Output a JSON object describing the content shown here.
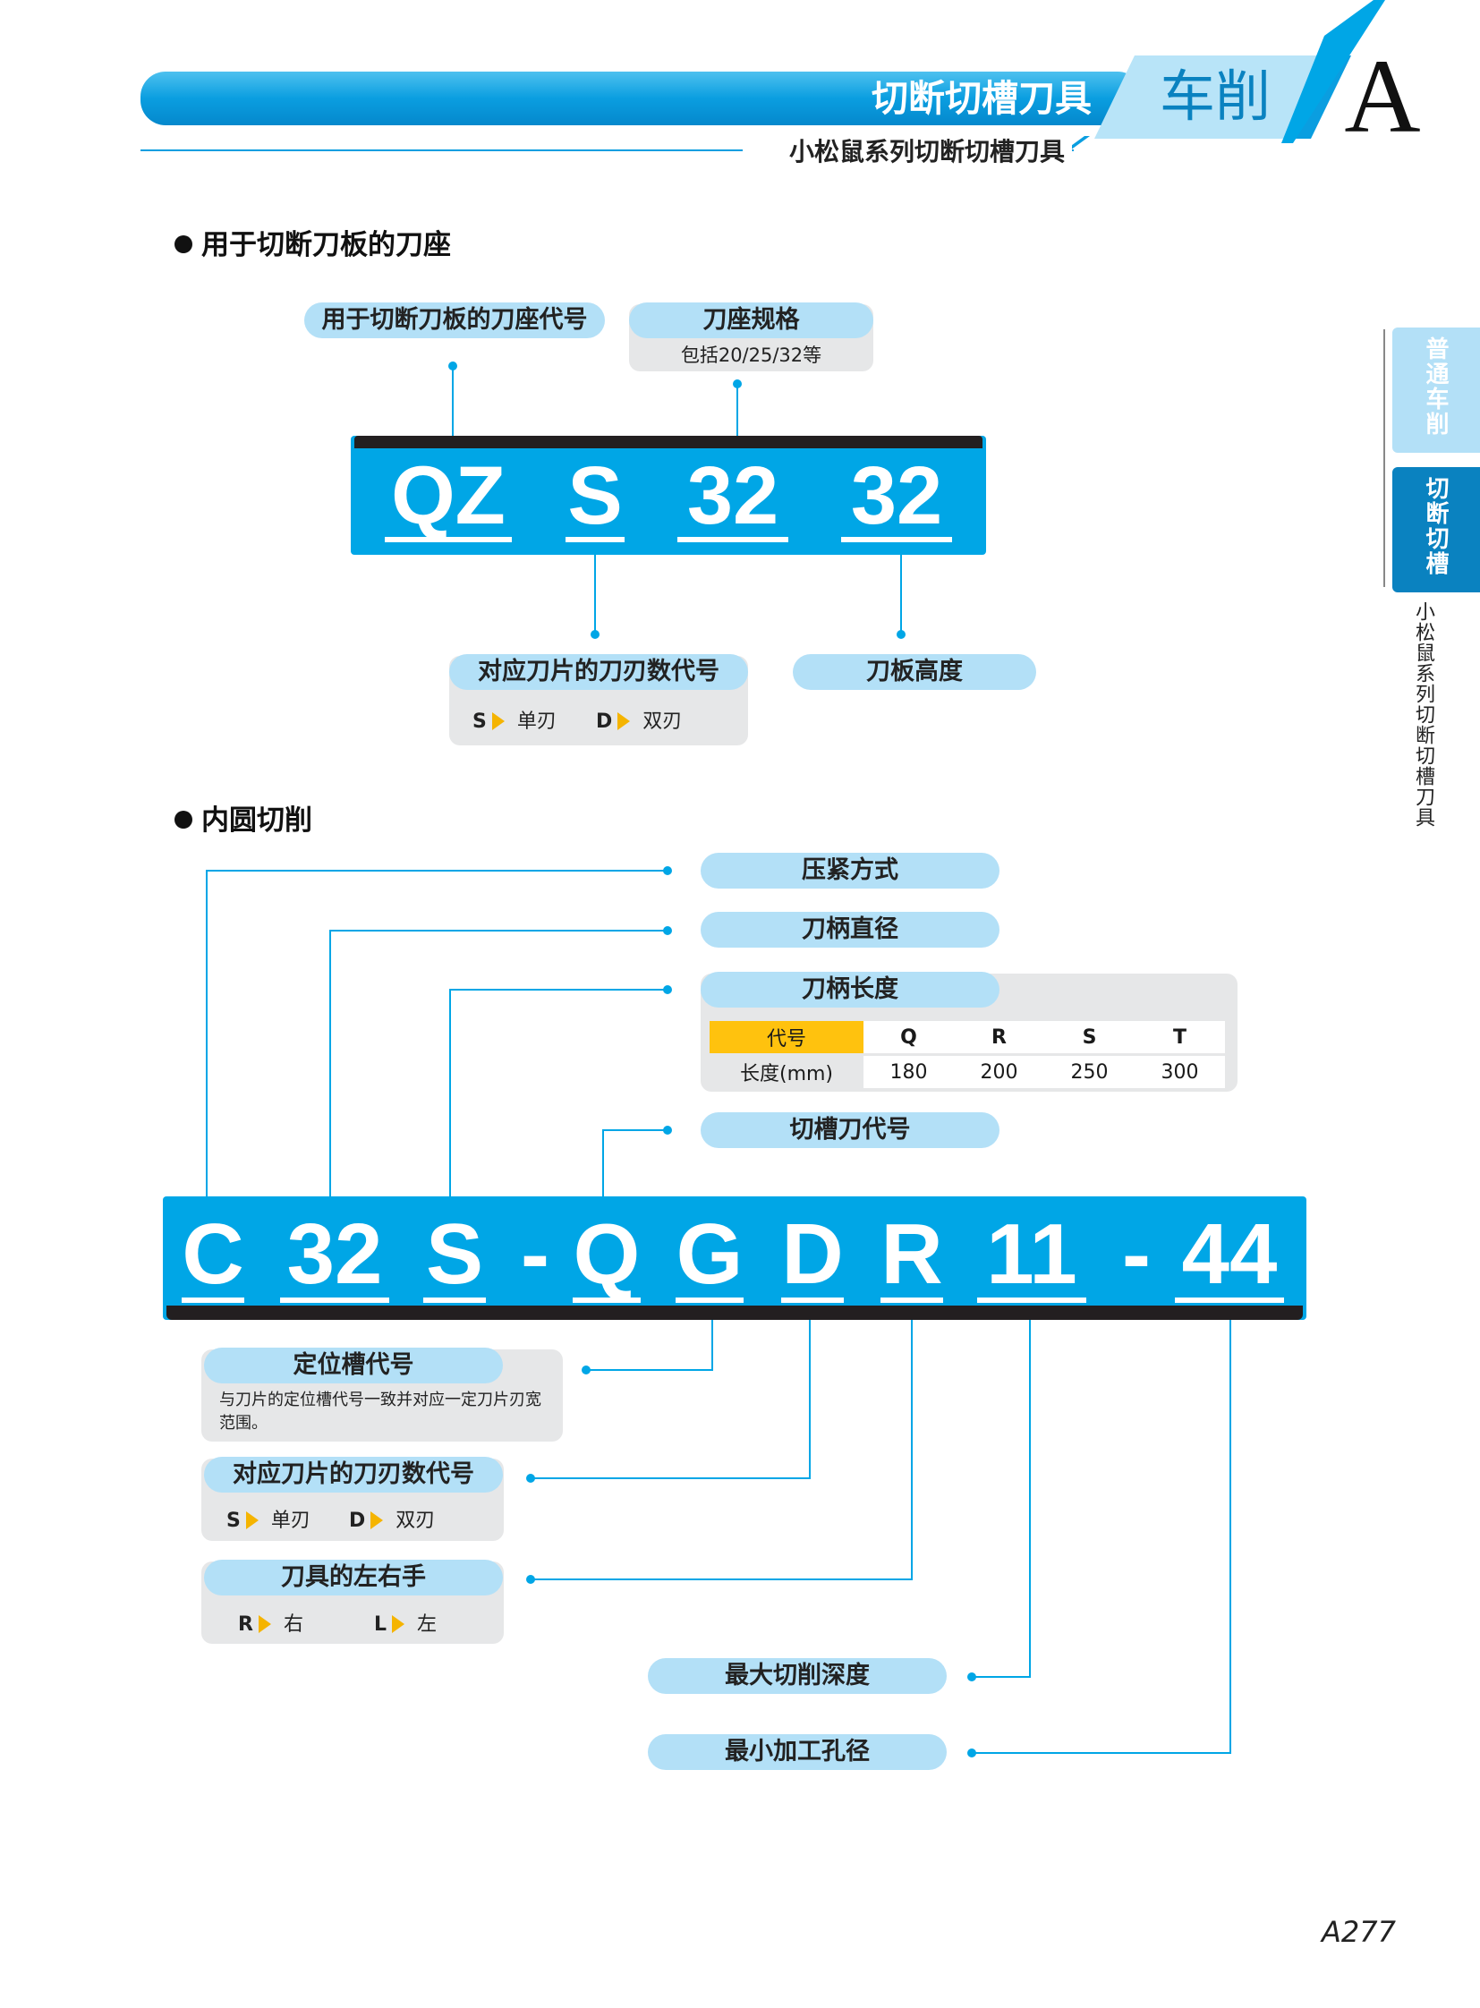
{
  "header": {
    "section_title": "切断切槽刀具",
    "category": "车削",
    "chapter_letter": "A",
    "subtitle": "小松鼠系列切断切槽刀具"
  },
  "side_tabs": {
    "tab1": "普通车削",
    "tab2": "切断切槽",
    "caption": "小松鼠系列切断切槽刀具"
  },
  "section1": {
    "title": "用于切断刀板的刀座",
    "codes": [
      "QZ",
      "S",
      "32",
      "32"
    ],
    "label_holder_code": "用于切断刀板的刀座代号",
    "label_holder_spec": "刀座规格",
    "holder_spec_note": "包括20/25/32等",
    "label_edge_count": "对应刀片的刀刃数代号",
    "edge_options": [
      {
        "code": "S",
        "text": "单刃"
      },
      {
        "code": "D",
        "text": "双刃"
      }
    ],
    "label_blade_height": "刀板高度"
  },
  "section2": {
    "title": "内圆切削",
    "codes": [
      "C",
      "32",
      "S",
      "-",
      "Q",
      "G",
      "D",
      "R",
      "11",
      "-",
      "44"
    ],
    "label_clamping": "压紧方式",
    "label_shank_dia": "刀柄直径",
    "label_shank_len": "刀柄长度",
    "length_table": {
      "header_label": "代号",
      "row_label": "长度(mm)",
      "codes": [
        "Q",
        "R",
        "S",
        "T"
      ],
      "values": [
        "180",
        "200",
        "250",
        "300"
      ]
    },
    "label_tool_code": "切槽刀代号",
    "label_locating": "定位槽代号",
    "locating_note": "与刀片的定位槽代号一致并对应一定刀片刃宽范围。",
    "label_edge_count": "对应刀片的刀刃数代号",
    "edge_options": [
      {
        "code": "S",
        "text": "单刃"
      },
      {
        "code": "D",
        "text": "双刃"
      }
    ],
    "label_hand": "刀具的左右手",
    "hand_options": [
      {
        "code": "R",
        "text": "右"
      },
      {
        "code": "L",
        "text": "左"
      }
    ],
    "label_max_depth": "最大切削深度",
    "label_min_bore": "最小加工孔径"
  },
  "page_number": "A277",
  "colors": {
    "accent": "#00a6e6",
    "pill": "#b3e0f7",
    "grey_box": "#e6e7e8",
    "table_header": "#ffc20e",
    "arrow": "#f5b400"
  }
}
